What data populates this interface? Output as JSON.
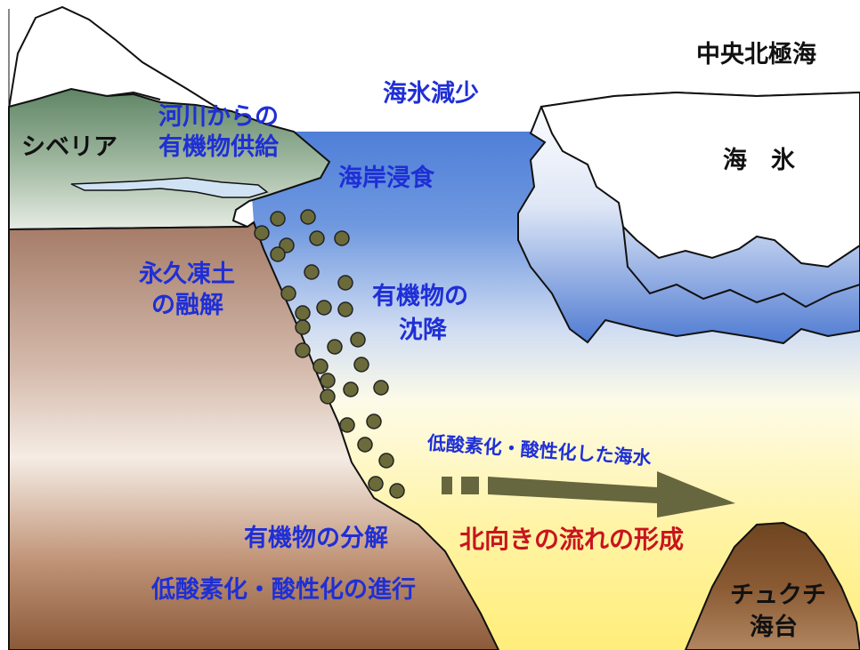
{
  "labels": {
    "central_arctic_ocean": "中央北極海",
    "sea_ice_decrease": "海氷減少",
    "river_organic_supply_line1": "河川からの",
    "river_organic_supply_line2": "有機物供給",
    "siberia": "シベリア",
    "coastal_erosion": "海岸浸食",
    "sea_ice": "海　氷",
    "permafrost_thaw_line1": "永久凍土",
    "permafrost_thaw_line2": "の融解",
    "organic_sinking_line1": "有機物の",
    "organic_sinking_line2": "沈降",
    "low_oxygen_acidified_water": "低酸素化・酸性化した海水",
    "organic_decomposition": "有機物の分解",
    "northward_flow_formation": "北向きの流れの形成",
    "hypoxia_acidification_progress": "低酸素化・酸性化の進行",
    "chukchi_plateau_line1": "チュクチ",
    "chukchi_plateau_line2": "海台"
  },
  "colors": {
    "label_blue": "#1f2fd6",
    "label_red": "#c8141e",
    "label_black": "#111111",
    "particle": "#6b6a3a",
    "arrow": "#66663f",
    "ocean_blue": "#4f7fd8",
    "deep_water_yellow": "#ffee7a",
    "land_green": "#7a9a7a",
    "sediment_brown": "#8a5a3a",
    "plateau_brown": "#8a5a33"
  },
  "icons": {
    "particles": "organic-matter-dots",
    "flow_arrow": "dashed-arrow-right"
  }
}
